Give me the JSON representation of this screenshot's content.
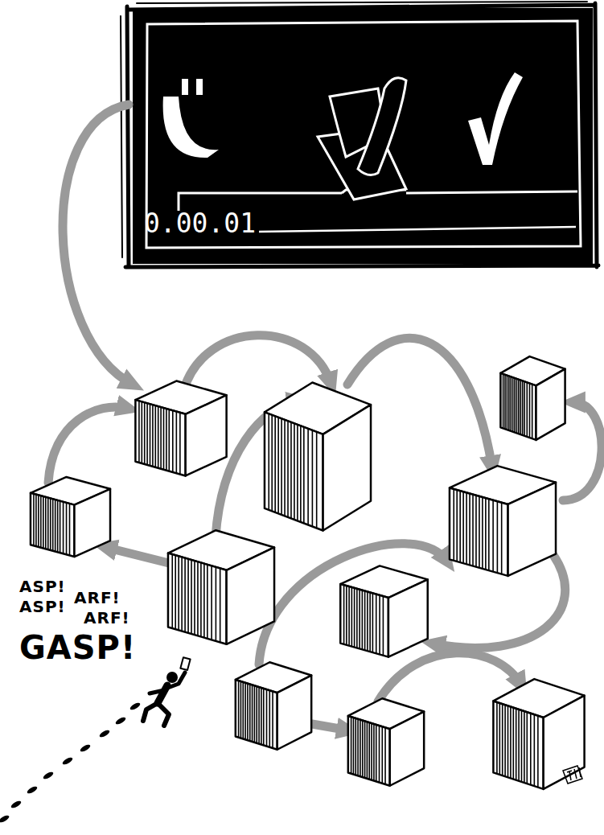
{
  "diagram": {
    "nodes": [
      {
        "text": [
          "0.00.01"
        ]
      }
    ],
    "labels": [
      "ASP!",
      "ASP!",
      "ARF!",
      "ARF!",
      "GASP!"
    ]
  }
}
